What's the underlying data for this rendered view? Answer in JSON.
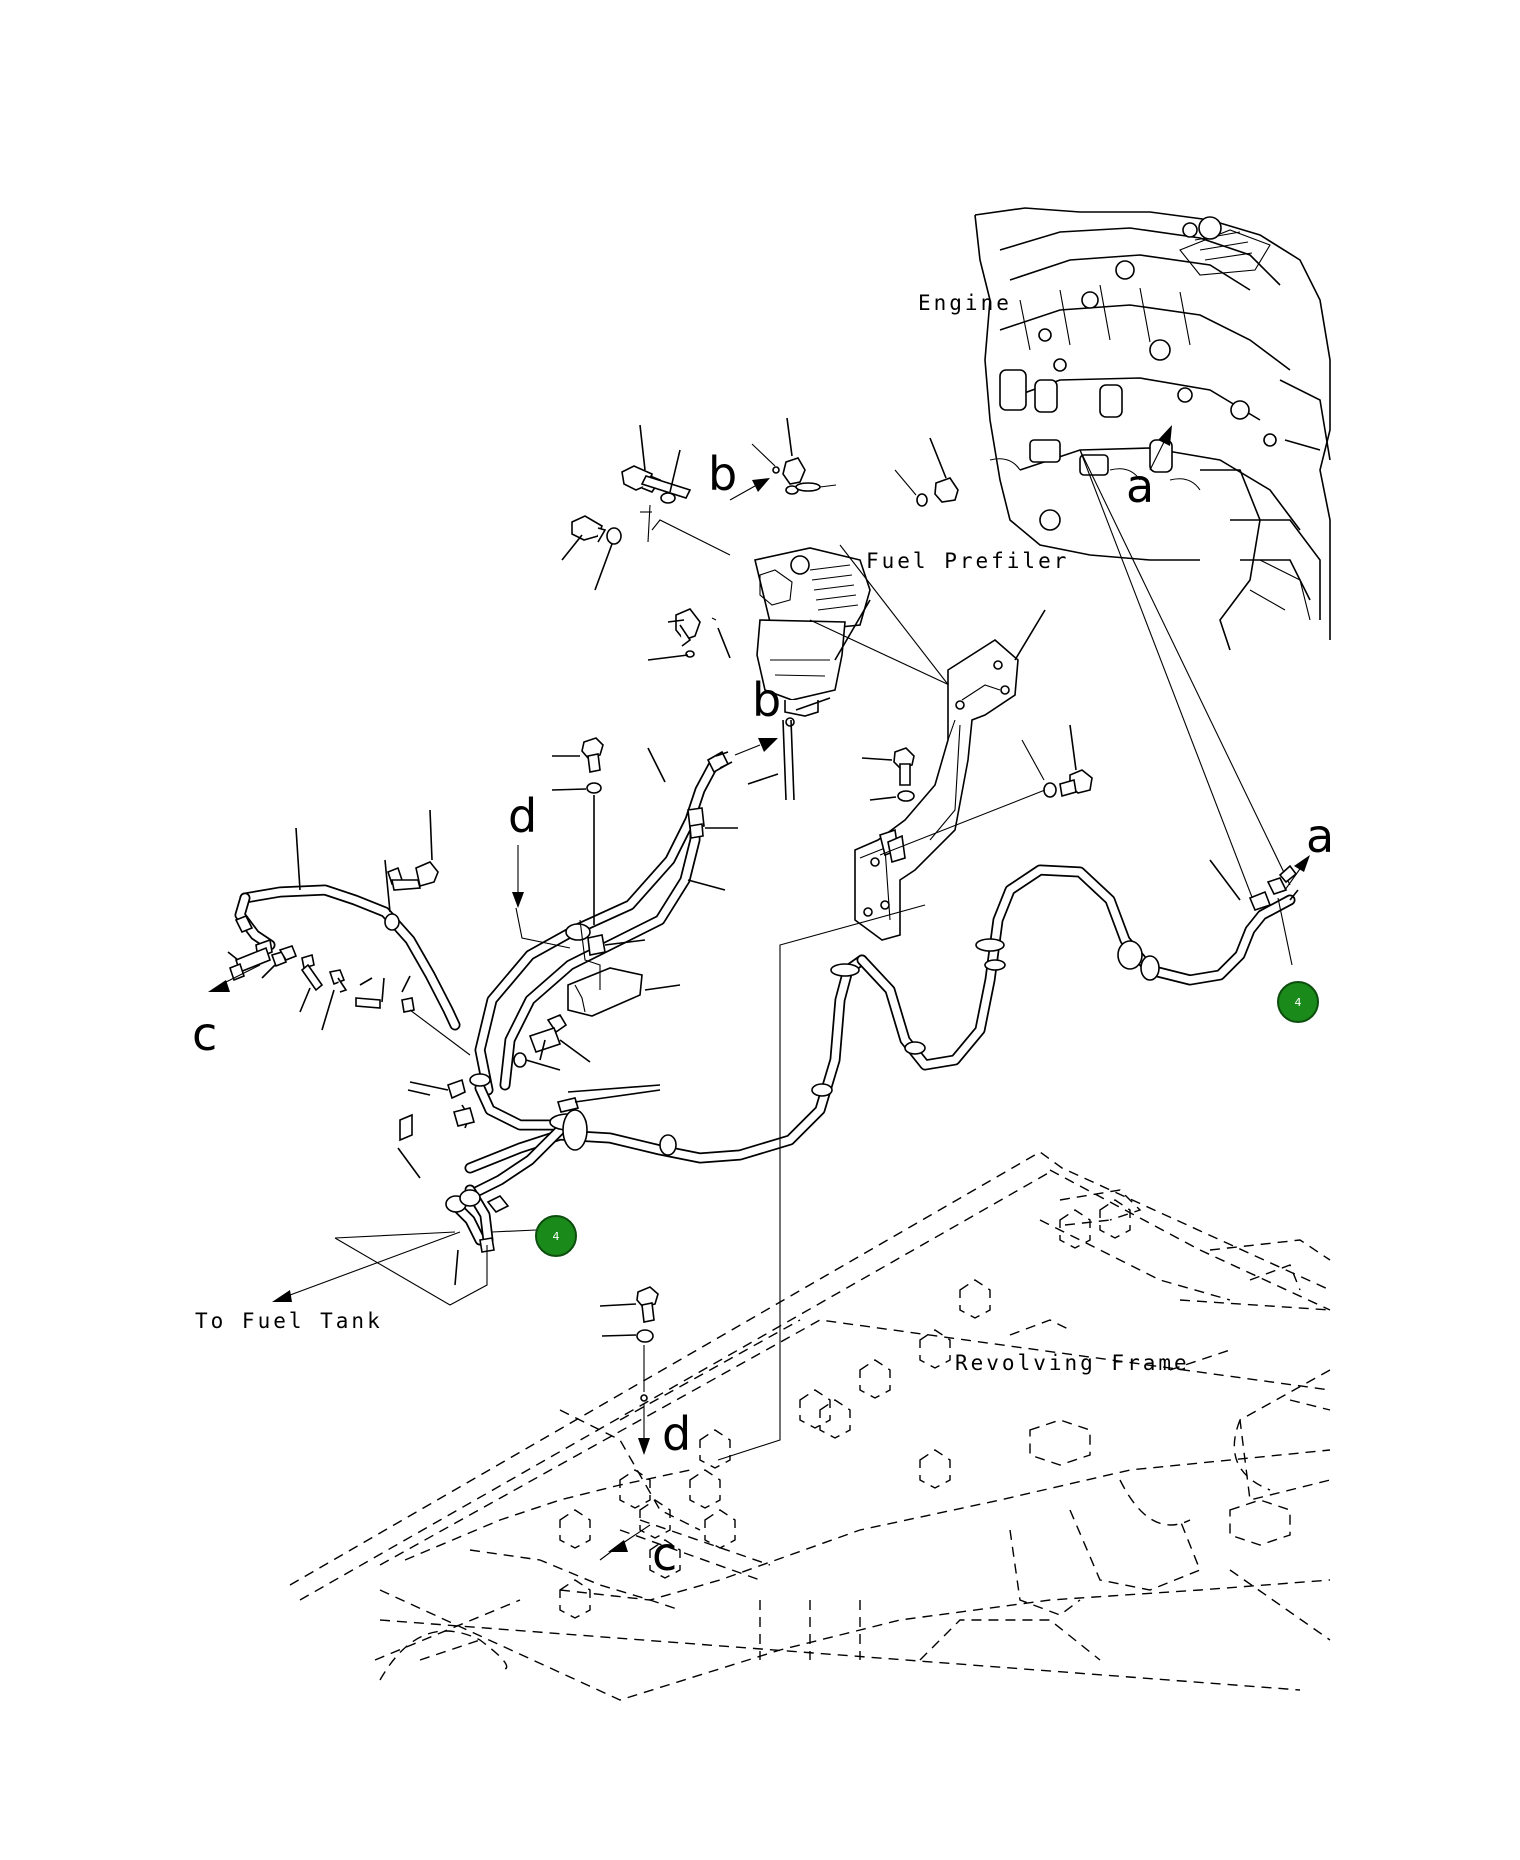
{
  "labels": {
    "engine": "Engine",
    "fuel_prefilter": "Fuel Prefiler",
    "to_fuel_tank": "To Fuel Tank",
    "revolving_frame": "Revolving Frame"
  },
  "connection_letters": {
    "a_engine": "a",
    "a_hose": "a",
    "b_top": "b",
    "b_bottom": "b",
    "c_left": "c",
    "c_frame": "c",
    "d_upper": "d",
    "d_lower": "d"
  },
  "callouts": {
    "right_hose_end": "4",
    "tank_hose_end": "4"
  },
  "colors": {
    "line": "#000000",
    "callout_fill": "#1a8a1a"
  }
}
